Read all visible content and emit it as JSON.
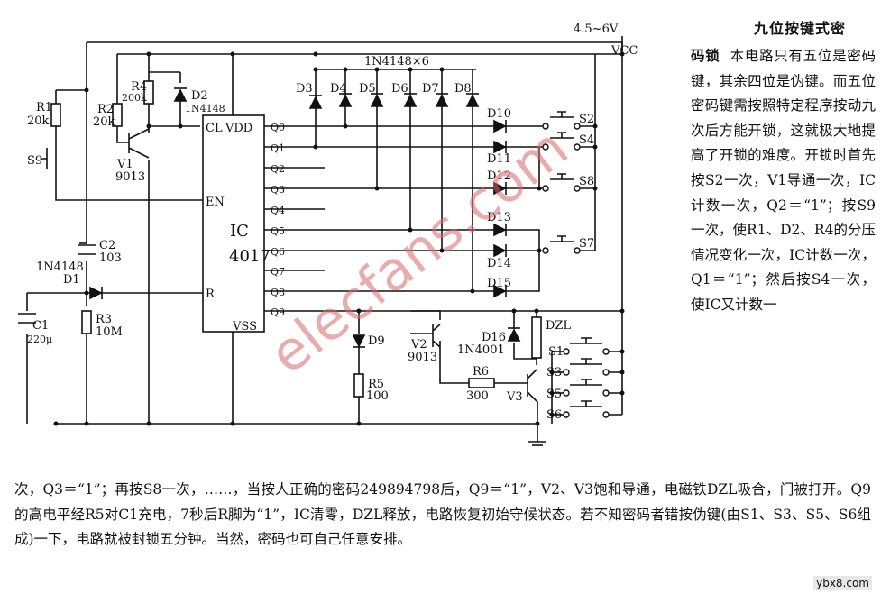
{
  "title": "九位按键式密",
  "title2": "码锁",
  "side_para": "本电路只有五位是密码键，其余四位是伪键。而五位密码键需按照特定程序按动九次后方能开锁，这就极大地提高了开锁的难度。开锁时首先按S2一次，V1导通一次，IC计数一次，Q2＝“1”；按S9一次，使R1、D2、R4的分压情况变化一次，IC计数一次，Q1＝“1”；然后按S4一次，使IC又计数一",
  "bottom_para": "次，Q3＝“1”；再按S8一次，……，当按人正确的密码249894798后，Q9＝“1”，V2、V3饱和导通，电磁铁DZL吸合，门被打开。Q9的高电平经R5对C1充电，7秒后R脚为“1”，IC清零，DZL释放，电路恢复初始守候状态。若不知密码者错按伪键(由S1、S3、S5、S6组成)一下，电路就被封锁五分钟。当然，密码也可自己任意安排。",
  "site": "ybx8.com",
  "watermark": "elecfans.com",
  "watermark_color": "#d86a6a",
  "labels": {
    "vcc_voltage": "4.5~6V",
    "vcc": "VCC",
    "diode_array": "1N4148×6",
    "r1": "R1",
    "r1_val": "20k",
    "r2": "R2",
    "r2_val": "20k",
    "r4": "R4",
    "r4_val": "200k",
    "d2": "D2",
    "d2_type": "1N4148",
    "s9": "S9",
    "v1": "V1",
    "v1_type": "9013",
    "c2": "C2",
    "c2_val": "103",
    "d1_type": "1N4148",
    "d1": "D1",
    "c1": "C1",
    "c1_val": "220μ",
    "r3": "R3",
    "r3_val": "10M",
    "ic": "IC",
    "ic_part": "4017",
    "cl": "CL",
    "vdd": "VDD",
    "en": "EN",
    "r_pin": "R",
    "vss": "VSS",
    "q0": "Q0",
    "q1": "Q1",
    "q2": "Q2",
    "q3": "Q3",
    "q4": "Q4",
    "q5": "Q5",
    "q6": "Q6",
    "q7": "Q7",
    "q8": "Q8",
    "q9": "Q9",
    "d3": "D3",
    "d4": "D4",
    "d5": "D5",
    "d6": "D6",
    "d7": "D7",
    "d8": "D8",
    "d10": "D10",
    "d11": "D11",
    "d12": "D12",
    "d13": "D13",
    "d14": "D14",
    "d15": "D15",
    "s2": "S2",
    "s4": "S4",
    "s8": "S8",
    "s7": "S7",
    "d9": "D9",
    "r5": "R5",
    "r5_val": "100",
    "v2": "V2",
    "v2_type": "9013",
    "d16": "D16",
    "d16_type": "1N4001",
    "dzl": "DZL",
    "r6": "R6",
    "r6_val": "300",
    "v3": "V3",
    "s1": "S1",
    "s3": "S3",
    "s5": "S5",
    "s6": "S6"
  }
}
